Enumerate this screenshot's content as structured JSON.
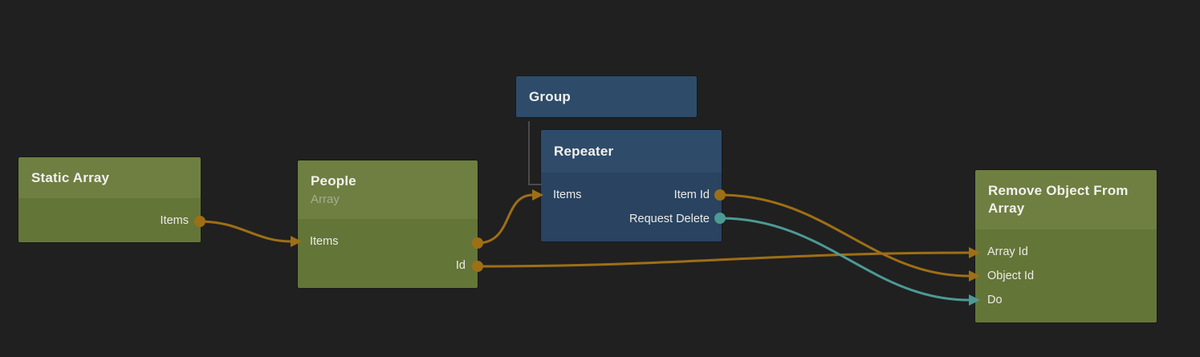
{
  "colors": {
    "background": "#202021",
    "green_header": "#6e7f41",
    "green_body": "#647538",
    "blue_header": "#2e4c69",
    "blue_body": "#294361",
    "wire_orange": "#9e6f15",
    "wire_teal": "#4d9a94",
    "hierarchy_gray": "#4b4b4b",
    "title_text": "#f2f1ee",
    "subtitle_text": "#a7ac93",
    "port_text": "#ecebe7"
  },
  "nodes": {
    "static_array": {
      "title": "Static Array",
      "port_items": "Items"
    },
    "people": {
      "title": "People",
      "subtitle": "Array",
      "port_items": "Items",
      "port_id": "Id"
    },
    "group": {
      "title": "Group"
    },
    "repeater": {
      "title": "Repeater",
      "port_items": "Items",
      "port_item_id": "Item Id",
      "port_request_delete": "Request Delete"
    },
    "remove_object_from_array": {
      "title": "Remove Object From Array",
      "port_array_id": "Array Id",
      "port_object_id": "Object Id",
      "port_do": "Do"
    }
  },
  "connections": [
    {
      "from": "Static Array.Items",
      "to": "People.Items",
      "color": "orange",
      "type": "data"
    },
    {
      "from": "People.Items",
      "to": "Repeater.Items",
      "color": "orange",
      "type": "data"
    },
    {
      "from": "People.Id",
      "to": "Remove Object From Array.Array Id",
      "color": "orange",
      "type": "data"
    },
    {
      "from": "Repeater.Item Id",
      "to": "Remove Object From Array.Object Id",
      "color": "orange",
      "type": "data"
    },
    {
      "from": "Repeater.Request Delete",
      "to": "Remove Object From Array.Do",
      "color": "teal",
      "type": "signal"
    },
    {
      "from": "Group",
      "to": "Repeater",
      "color": "gray",
      "type": "hierarchy"
    }
  ]
}
